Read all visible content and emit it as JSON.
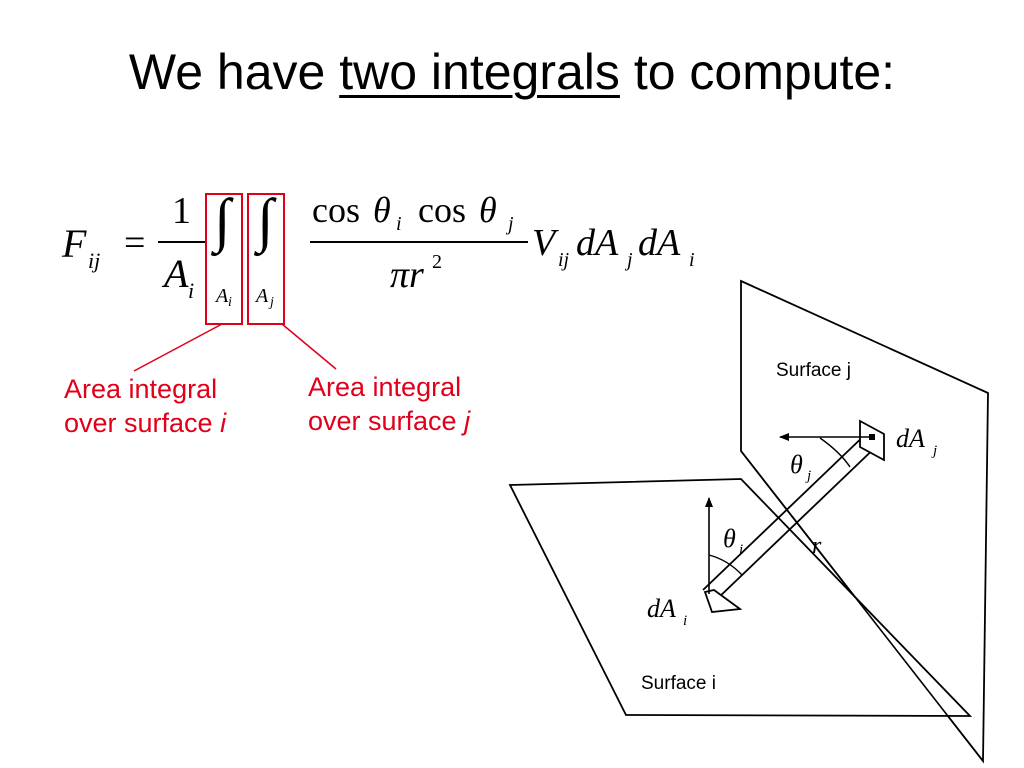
{
  "slide": {
    "title": {
      "before": "We have ",
      "emphasis": "two integrals",
      "after": " to compute:"
    },
    "equation": {
      "lhs_symbol": "F",
      "lhs_subscript": "ij",
      "equals": "=",
      "prefactor_numerator": "1",
      "prefactor_denominator": "A",
      "prefactor_denominator_subscript": "i",
      "integral_sign": "∫",
      "integral_i_lower_limit": "A",
      "integral_i_lower_limit_subscript": "i",
      "integral_j_lower_limit": "A",
      "integral_j_lower_limit_subscript": "j",
      "numerator_cos_1": "cos",
      "numerator_theta_1": "θ",
      "numerator_theta_1_subscript": "i",
      "numerator_cos_2": "cos",
      "numerator_theta_2": "θ",
      "numerator_theta_2_subscript": "j",
      "denominator_pi_r": "πr",
      "denominator_exponent": "2",
      "visibility_symbol": "V",
      "visibility_subscript": "ij",
      "diff_1": "dA",
      "diff_1_subscript": "j",
      "diff_2": "dA",
      "diff_2_subscript": "i"
    },
    "callouts": {
      "surface_i": {
        "line1": "Area integral",
        "line2_prefix": "over surface ",
        "line2_var": "i"
      },
      "surface_j": {
        "line1": "Area integral",
        "line2_prefix": "over surface ",
        "line2_var": "j"
      }
    },
    "diagram": {
      "surface_j_label": "Surface j",
      "surface_i_label": "Surface i",
      "dAj_symbol": "dA",
      "dAj_subscript": "j",
      "dAi_symbol": "dA",
      "dAi_subscript": "i",
      "theta_j_symbol": "θ",
      "theta_j_subscript": "j",
      "theta_i_symbol": "θ",
      "theta_i_subscript": "i",
      "r_label": "r"
    },
    "colors": {
      "accent_red": "#e0001a",
      "ink": "#000000"
    }
  }
}
